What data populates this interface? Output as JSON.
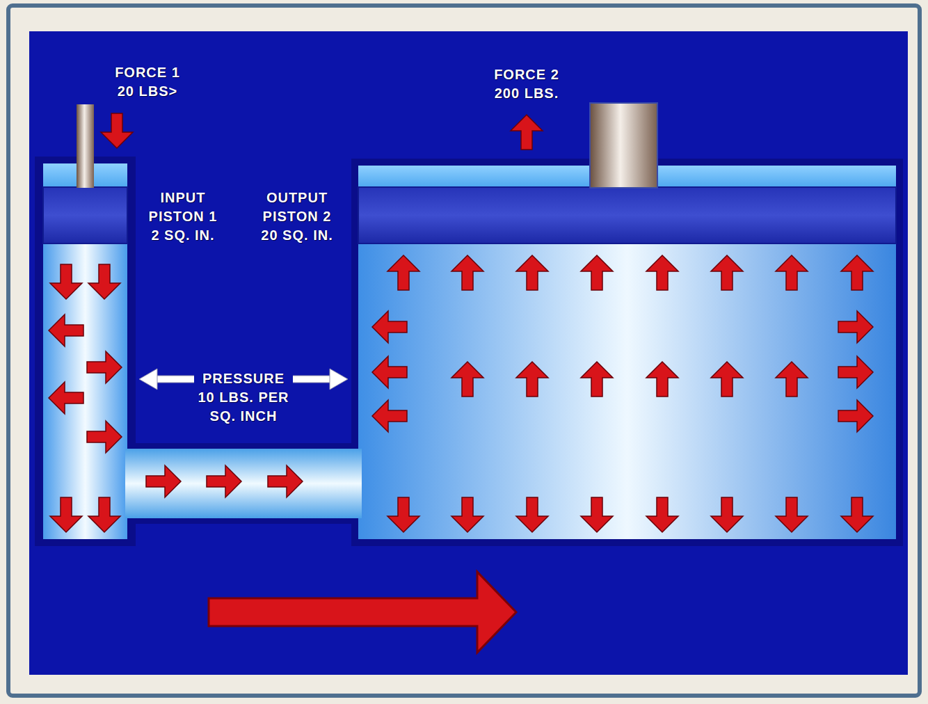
{
  "diagram": {
    "labels": [
      "FORCE 1 20 LBS>",
      "FORCE 2 200 LBS.",
      "INPUT PISTON 1 2 SQ. IN.",
      "OUTPUT PISTON 2 20 SQ. IN.",
      "PRESSURE 10 LBS. PER SQ. INCH"
    ]
  }
}
